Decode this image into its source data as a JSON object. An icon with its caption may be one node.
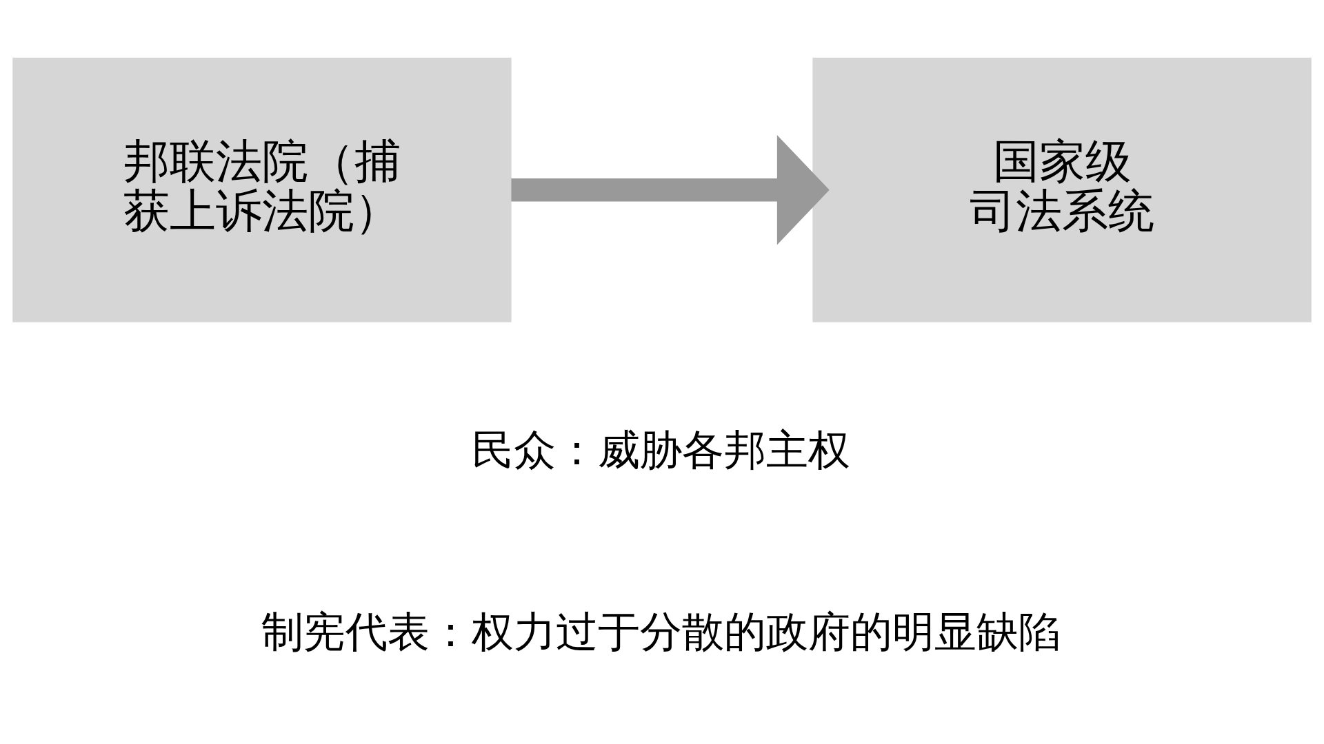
{
  "diagram": {
    "nodes": [
      {
        "text": [
          "邦联法院（捕获上诉法院）"
        ]
      },
      {
        "text": [
          "国家级司法系统"
        ]
      }
    ],
    "edges": [
      {
        "from": 0,
        "to": 1,
        "arrow": "to"
      }
    ],
    "labels": [
      "民众：威胁各邦主权",
      "制宪代表：权力过于分散的政府的明显缺陷"
    ]
  }
}
